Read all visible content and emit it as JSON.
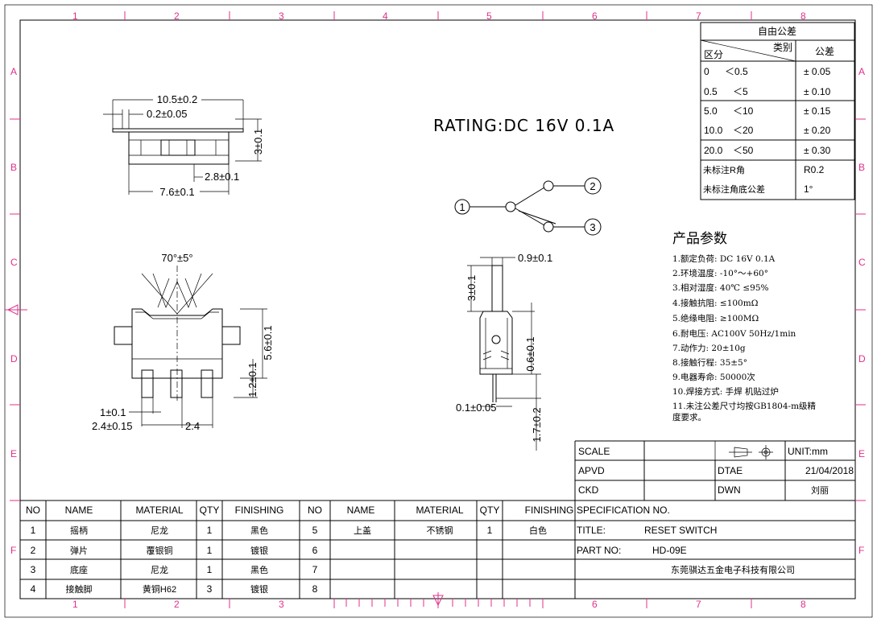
{
  "grid": {
    "columns": [
      "1",
      "2",
      "3",
      "4",
      "5",
      "6",
      "7",
      "8"
    ],
    "rows": [
      "A",
      "B",
      "C",
      "D",
      "E",
      "F"
    ]
  },
  "rating": "RATING:DC 16V 0.1A",
  "tolerance_table": {
    "title": "自由公差",
    "header_category": "类别",
    "header_zone": "区分",
    "header_tol": "公差",
    "rows": [
      {
        "range_a": "0",
        "range_b": "＜0.5",
        "tol": "± 0.05"
      },
      {
        "range_a": "0.5",
        "range_b": "＜5",
        "tol": "± 0.10"
      },
      {
        "range_a": "5.0",
        "range_b": "＜10",
        "tol": "± 0.15"
      },
      {
        "range_a": "10.0",
        "range_b": "＜20",
        "tol": "± 0.20"
      },
      {
        "range_a": "20.0",
        "range_b": "＜50",
        "tol": "± 0.30"
      }
    ],
    "r_label": "未标注R角",
    "r_value": "R0.2",
    "angle_label": "未标注角底公差",
    "angle_value": "1°"
  },
  "params": {
    "title": "产品参数",
    "items": [
      "1.额定负荷:  DC 16V 0.1A",
      "2.环境温度:  -10°～+60°",
      "3.相对湿度:  40℃  ≤95%",
      "4.接触抗阻:  ≤100mΩ",
      "5.绝缘电阻:  ≥100MΩ",
      "6.耐电压:    AC100V 50Hz/1min",
      "7.动作力:    20±10g",
      "8.接触行程:  35±5°",
      "9.电器寿命:  50000次",
      "10.焊接方式: 手焊  机贴过炉",
      "11.未注公差尺寸均按GB1804-m级精",
      "度要求。"
    ]
  },
  "dimensions": {
    "top_width": "10.5±0.2",
    "top_gap": "0.2±0.05",
    "top_height": "3±0.1",
    "top_mid": "2.8±0.1",
    "top_base": "7.6±0.1",
    "angle": "70°±5°",
    "front_height": "5.6±0.1",
    "front_pin": "1.2±0.1",
    "front_pin_w": "1±0.1",
    "front_pitch1": "2.4±0.15",
    "front_pitch2": "2.4",
    "side_top": "0.9±0.1",
    "side_lever": "3±0.1",
    "side_thick": "0.6±0.1",
    "side_pinw": "0.1±0.05",
    "side_pinlen": "1.7±0.2"
  },
  "schematic": {
    "p1": "1",
    "p2": "2",
    "p3": "3"
  },
  "title_block": {
    "scale_label": "SCALE",
    "unit_label": "UNIT:mm",
    "apvd_label": "APVD",
    "date_label": "DTAE",
    "date_value": "21/04/2018",
    "ckd_label": "CKD",
    "dwn_label": "DWN",
    "dwn_value": "刘丽",
    "spec_label": "SPECIFICATION NO.",
    "title_label": "TITLE:",
    "title_value": "RESET SWITCH",
    "part_label": "PART NO:",
    "part_value": "HD-09E",
    "company": "东莞骐达五金电子科技有限公司"
  },
  "bom": {
    "headers": [
      "NO",
      "NAME",
      "MATERIAL",
      "QTY",
      "FINISHING"
    ],
    "left": [
      {
        "no": "1",
        "name": "摇柄",
        "material": "尼龙",
        "qty": "1",
        "finishing": "黑色"
      },
      {
        "no": "2",
        "name": "弹片",
        "material": "覆银铜",
        "qty": "1",
        "finishing": "镀银"
      },
      {
        "no": "3",
        "name": "底座",
        "material": "尼龙",
        "qty": "1",
        "finishing": "黑色"
      },
      {
        "no": "4",
        "name": "接触脚",
        "material": "黄铜H62",
        "qty": "3",
        "finishing": "镀银"
      }
    ],
    "right": [
      {
        "no": "5",
        "name": "上盖",
        "material": "不锈钢",
        "qty": "1",
        "finishing": "白色"
      },
      {
        "no": "6",
        "name": "",
        "material": "",
        "qty": "",
        "finishing": ""
      },
      {
        "no": "7",
        "name": "",
        "material": "",
        "qty": "",
        "finishing": ""
      },
      {
        "no": "8",
        "name": "",
        "material": "",
        "qty": "",
        "finishing": ""
      }
    ]
  }
}
